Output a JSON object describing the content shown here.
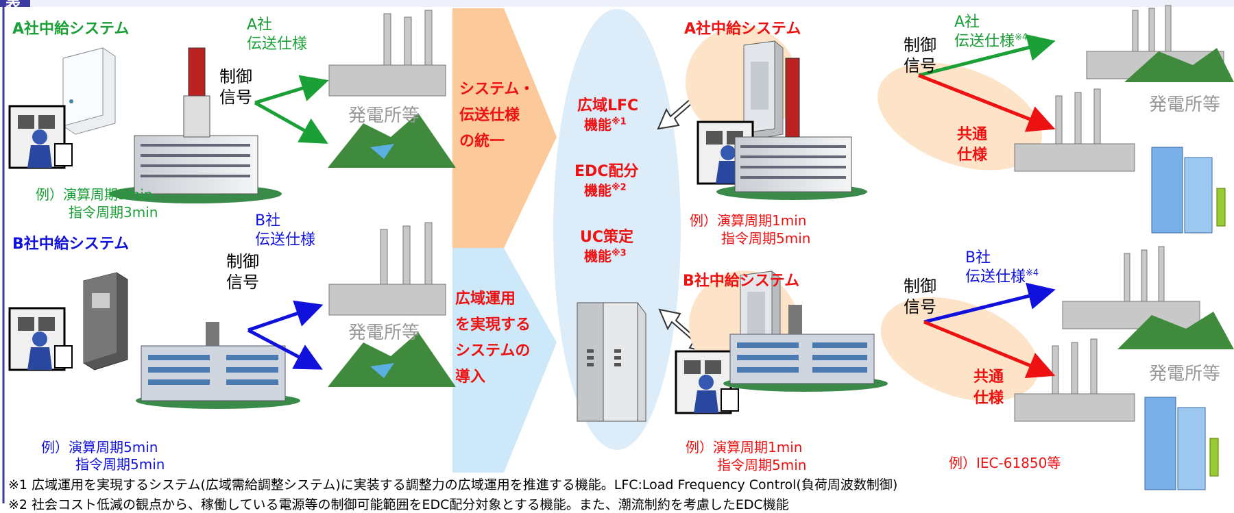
{
  "header": {
    "tab_label": "表"
  },
  "left": {
    "a": {
      "title": "A社中給システム",
      "spec_line1": "A社",
      "spec_line2": "伝送仕様",
      "signal_line1": "制御",
      "signal_line2": "信号",
      "plant": "発電所等",
      "ex_line1": "例）演算周期3min",
      "ex_line2": "指令周期3min"
    },
    "b": {
      "title": "B社中給システム",
      "spec_line1": "B社",
      "spec_line2": "伝送仕様",
      "signal_line1": "制御",
      "signal_line2": "信号",
      "plant": "発電所等",
      "ex_line1": "例）演算周期5min",
      "ex_line2": "指令周期5min"
    }
  },
  "arrows": {
    "top": [
      "システム・",
      "伝送仕様",
      "の統一"
    ],
    "bottom": [
      "広域運用",
      "を実現する",
      "システムの",
      "導入"
    ]
  },
  "center": {
    "f1_line1": "広域LFC",
    "f1_line2": "機能",
    "f1_note": "※1",
    "f2_line1": "EDC配分",
    "f2_line2": "機能",
    "f2_note": "※2",
    "f3_line1": "UC策定",
    "f3_line2": "機能",
    "f3_note": "※3"
  },
  "right": {
    "a": {
      "title": "A社中給システム",
      "signal_line1": "制御",
      "signal_line2": "信号",
      "spec_line1": "A社",
      "spec_line2": "伝送仕様",
      "spec_note": "※4",
      "common_line1": "共通",
      "common_line2": "仕様",
      "plant": "発電所等",
      "ex_line1": "例）演算周期1min",
      "ex_line2": "指令周期5min"
    },
    "b": {
      "title": "B社中給システム",
      "signal_line1": "制御",
      "signal_line2": "信号",
      "spec_line1": "B社",
      "spec_line2": "伝送仕様",
      "spec_note": "※4",
      "common_line1": "共通",
      "common_line2": "仕様",
      "plant": "発電所等",
      "ex_line1": "例）演算周期1min",
      "ex_line2": "指令周期5min",
      "iec": "例）IEC-61850等"
    }
  },
  "footnotes": {
    "n1": "※1  広域運用を実現するシステム(広域需給調整システム)に実装する調整力の広域運用を推進する機能。LFC:Load Frequency Control(負荷周波数制御)",
    "n2": "※2  社会コスト低減の観点から、稼働している電源等の制御可能範囲をEDC配分対象とする機能。また、潮流制約を考慮したEDC機能"
  },
  "colors": {
    "green": "#1aa036",
    "blue": "#1111dd",
    "red": "#ee1111",
    "frame": "#3a3aa0",
    "peach": "#fbc99a",
    "sky": "#cde8f8",
    "halo": "#fde3c8",
    "ellipse": "#dcecf8"
  }
}
